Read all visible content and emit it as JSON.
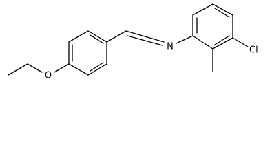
{
  "molecule": {
    "atoms": {
      "chlorine": "Cl",
      "imine_nitrogen": "N",
      "ether_oxygen": "O"
    },
    "colors": {
      "bond": "#000000",
      "label": "#000000",
      "background": "#ffffff"
    }
  }
}
